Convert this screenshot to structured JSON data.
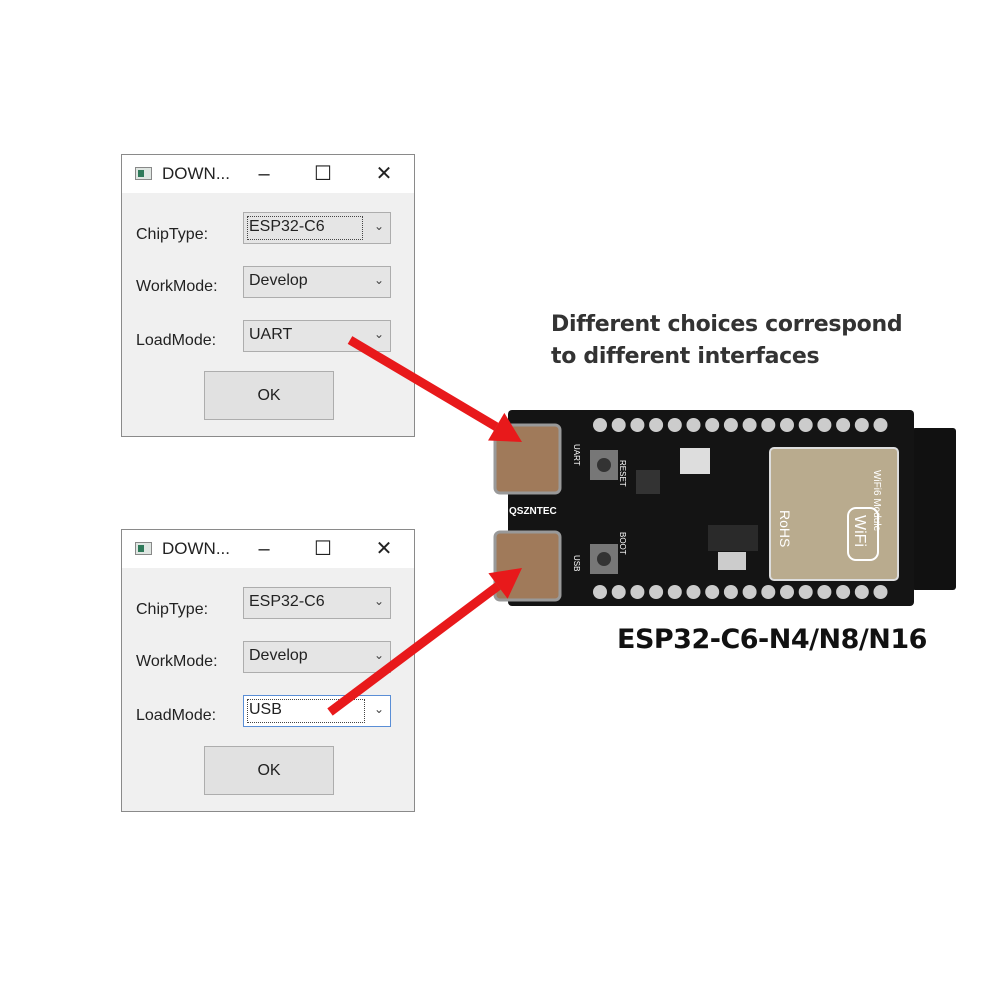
{
  "dialogs": [
    {
      "title": "DOWN...",
      "minimize_icon": "–",
      "maximize_icon": "☐",
      "close_icon": "✕",
      "chip_type_label": "ChipType:",
      "chip_type_value": "ESP32-C6",
      "work_mode_label": "WorkMode:",
      "work_mode_value": "Develop",
      "load_mode_label": "LoadMode:",
      "load_mode_value": "UART",
      "ok_label": "OK"
    },
    {
      "title": "DOWN...",
      "minimize_icon": "–",
      "maximize_icon": "☐",
      "close_icon": "✕",
      "chip_type_label": "ChipType:",
      "chip_type_value": "ESP32-C6",
      "work_mode_label": "WorkMode:",
      "work_mode_value": "Develop",
      "load_mode_label": "LoadMode:",
      "load_mode_value": "USB",
      "ok_label": "OK"
    }
  ],
  "caption": {
    "line1": "Different choices correspond",
    "line2": "to different interfaces"
  },
  "board": {
    "model": "ESP32-C6-N4/N8/N16",
    "brand": "QSZNTEC",
    "uart_label": "UART",
    "usb_label": "USB",
    "reset_label": "RESET",
    "boot_label": "BOOT",
    "module_label": "WiFi6 Module",
    "wifi_logo": "WiFi",
    "rohs": "RoHS"
  },
  "colors": {
    "arrow": "#e8191b",
    "board": "#141414",
    "module": "#b9ab8e"
  }
}
